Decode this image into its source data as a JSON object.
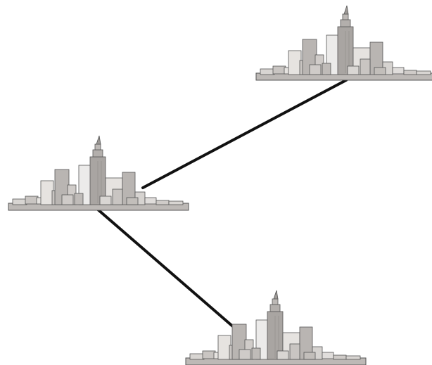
{
  "diagram": {
    "nodes": [
      {
        "id": "city-top-right",
        "icon": "city-skyline-icon"
      },
      {
        "id": "city-middle-left",
        "icon": "city-skyline-icon"
      },
      {
        "id": "city-bottom",
        "icon": "city-skyline-icon"
      }
    ],
    "edges": [
      {
        "from": "city-middle-left",
        "to": "city-top-right"
      },
      {
        "from": "city-middle-left",
        "to": "city-bottom"
      }
    ],
    "colors": {
      "line": "#111111",
      "building_fill": "#c9c5c2",
      "building_light": "#e6e3e0",
      "building_dark": "#a9a5a2",
      "outline": "#555555",
      "window": "#8f8b88"
    }
  }
}
